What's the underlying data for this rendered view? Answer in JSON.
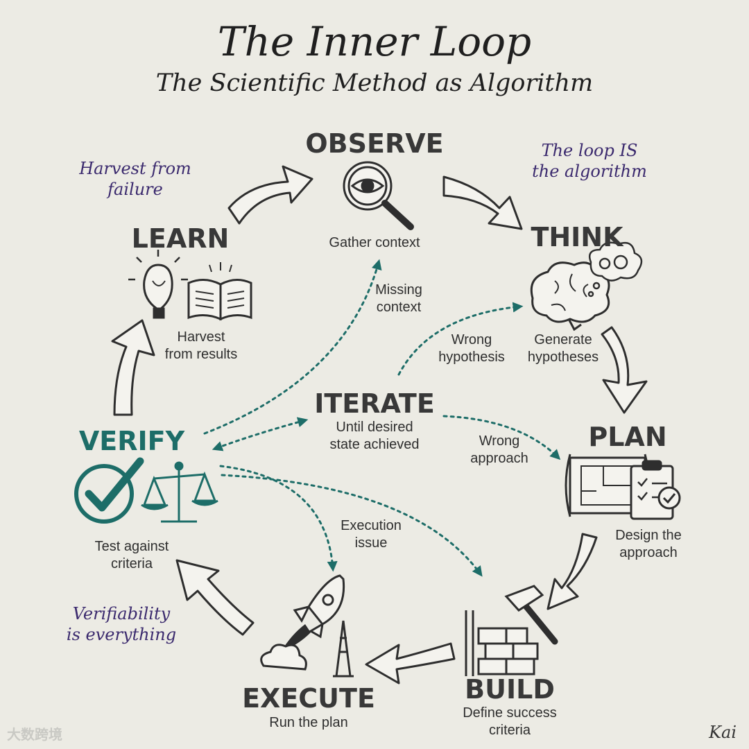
{
  "header": {
    "title": "The Inner Loop",
    "subtitle": "The Scientific Method as Algorithm"
  },
  "stages": {
    "observe": {
      "label": "OBSERVE",
      "caption": "Gather context"
    },
    "think": {
      "label": "THINK",
      "caption": "Generate\nhypotheses"
    },
    "plan": {
      "label": "PLAN",
      "caption": "Design the\napproach"
    },
    "build": {
      "label": "BUILD",
      "caption": "Define success\ncriteria"
    },
    "execute": {
      "label": "EXECUTE",
      "caption": "Run the plan"
    },
    "verify": {
      "label": "VERIFY",
      "caption": "Test against\ncriteria"
    },
    "learn": {
      "label": "LEARN",
      "caption": "Harvest\nfrom results"
    },
    "iterate": {
      "label": "ITERATE",
      "caption": "Until desired\nstate achieved"
    }
  },
  "feedback_labels": {
    "missing_context": "Missing\ncontext",
    "wrong_hypothesis": "Wrong\nhypothesis",
    "wrong_approach": "Wrong\napproach",
    "execution_issue": "Execution\nissue"
  },
  "notes": {
    "top_left": "Harvest from\nfailure",
    "top_right": "The loop IS\nthe algorithm",
    "bottom_left": "Verifiability\nis everything"
  },
  "colors": {
    "background": "#ecebe4",
    "teal": "#1d6d68",
    "purple": "#3b2a6e",
    "ink": "#383838"
  },
  "watermark": "大数跨境",
  "signature": "Kai"
}
